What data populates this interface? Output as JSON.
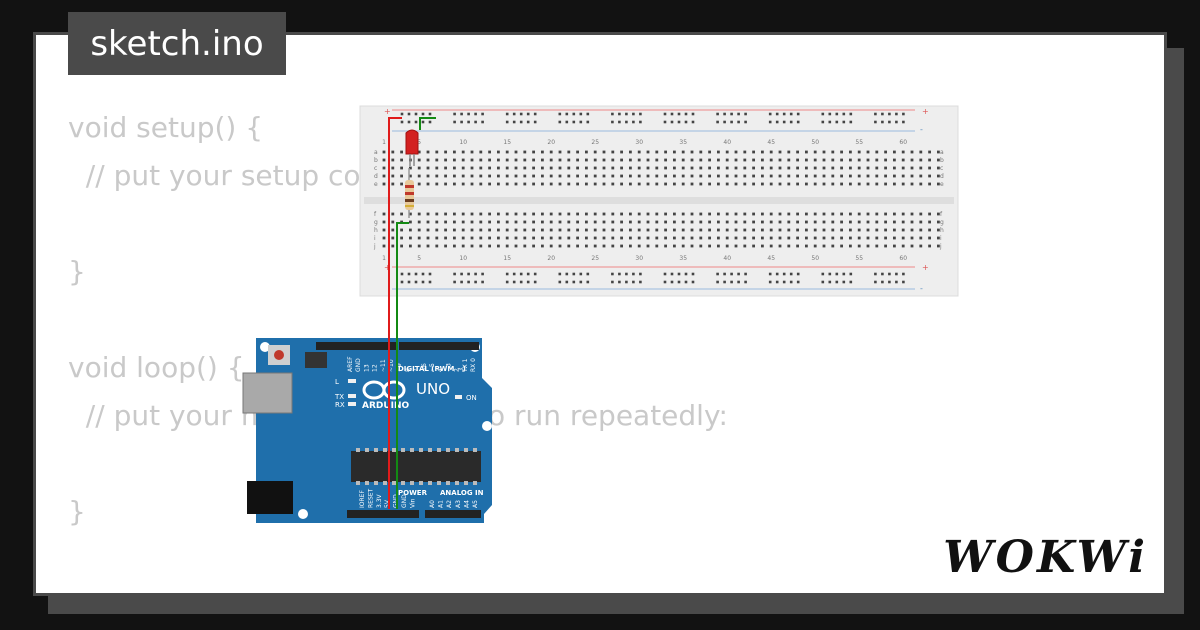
{
  "file_tab": {
    "label": "sketch.ino"
  },
  "code_lines": [
    "void setup() {",
    "  // put your setup code here, to run once:",
    "",
    "}",
    "",
    "void loop() {",
    "  // put your main code here, to run repeatedly:",
    "",
    "}"
  ],
  "breadboard": {
    "column_numbers": [
      "1",
      "5",
      "10",
      "15",
      "20",
      "25",
      "30",
      "35",
      "40",
      "45",
      "50",
      "55",
      "60"
    ],
    "row_letters_top": [
      "a",
      "b",
      "c",
      "d",
      "e"
    ],
    "row_letters_bottom": [
      "f",
      "g",
      "h",
      "i",
      "j"
    ],
    "rail_plus": "+",
    "rail_minus": "-"
  },
  "arduino": {
    "brand": "ARDUINO",
    "model": "UNO",
    "digital_label": "DIGITAL (PWM ~)",
    "power_label": "POWER",
    "analog_label": "ANALOG IN",
    "on_label": "ON",
    "led_labels": [
      "L",
      "TX",
      "RX"
    ],
    "digital_pins": [
      "AREF",
      "GND",
      "13",
      "12",
      "~11",
      "~10",
      "~9",
      "8",
      "7",
      "~6",
      "~5",
      "4",
      "~3",
      "2",
      "TX 1",
      "RX 0"
    ],
    "power_pins": [
      "IOREF",
      "RESET",
      "3.3V",
      "5V",
      "GND",
      "GND",
      "Vin"
    ],
    "analog_pins": [
      "A0",
      "A1",
      "A2",
      "A3",
      "A4",
      "A5"
    ]
  },
  "colors": {
    "background": "#121212",
    "panel": "#4a4a4a",
    "code_text": "#c9c9c9",
    "arduino_board": "#1f6fab",
    "breadboard": "#eeeeee",
    "wire_red": "#e01b1b",
    "wire_green": "#138a13",
    "led": "#d32020"
  },
  "logo": {
    "text": "WOKWi"
  }
}
